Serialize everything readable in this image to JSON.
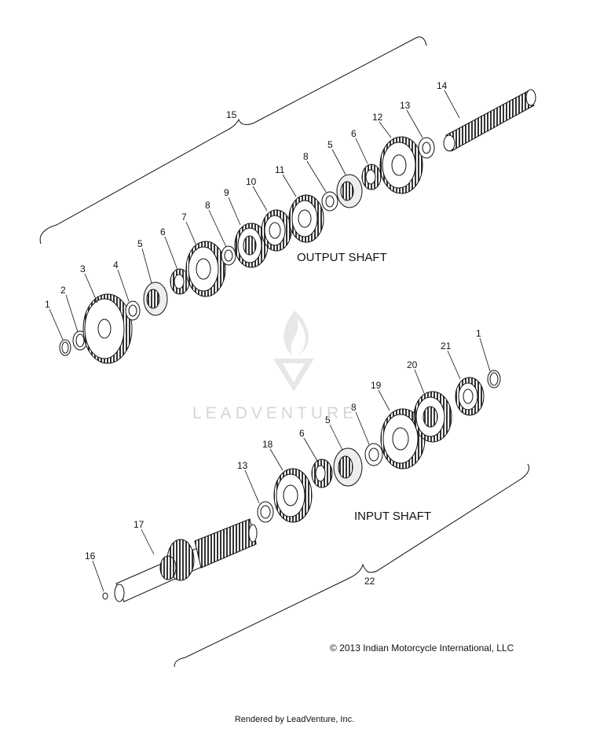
{
  "assemblies": {
    "output": {
      "label": "OUTPUT SHAFT",
      "number": "15"
    },
    "input": {
      "label": "INPUT SHAFT",
      "number": "22"
    }
  },
  "callouts": {
    "output": [
      "1",
      "2",
      "3",
      "4",
      "5",
      "6",
      "7",
      "8",
      "9",
      "10",
      "11",
      "8",
      "5",
      "6",
      "12",
      "13",
      "14"
    ],
    "input": [
      "16",
      "17",
      "13",
      "18",
      "6",
      "5",
      "8",
      "19",
      "20",
      "21",
      "1"
    ]
  },
  "watermark": "LEADVENTURE",
  "copyright": "2013 Indian Motorcycle International, LLC",
  "copyright_symbol": "©",
  "footer": "Rendered by LeadVenture, Inc."
}
